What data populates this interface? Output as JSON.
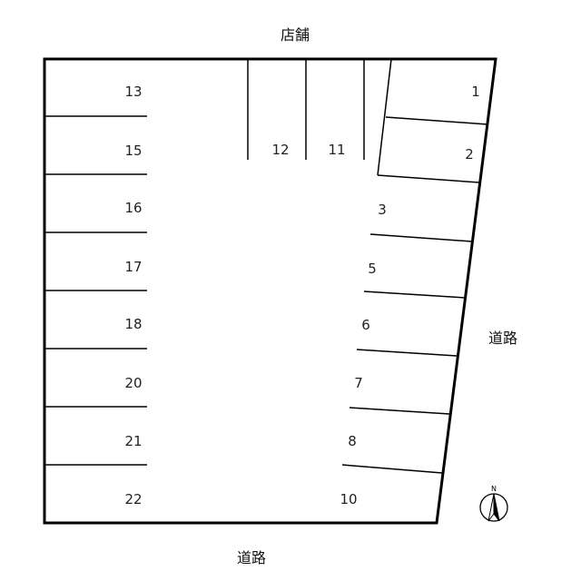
{
  "labels": {
    "top": "店舗",
    "right": "道路",
    "bottom": "道路",
    "north": "N"
  },
  "spaces": {
    "s1": "1",
    "s2": "2",
    "s3": "3",
    "s5": "5",
    "s6": "6",
    "s7": "7",
    "s8": "8",
    "s10": "10",
    "s11": "11",
    "s12": "12",
    "s13": "13",
    "s15": "15",
    "s16": "16",
    "s17": "17",
    "s18": "18",
    "s20": "20",
    "s21": "21",
    "s22": "22"
  }
}
